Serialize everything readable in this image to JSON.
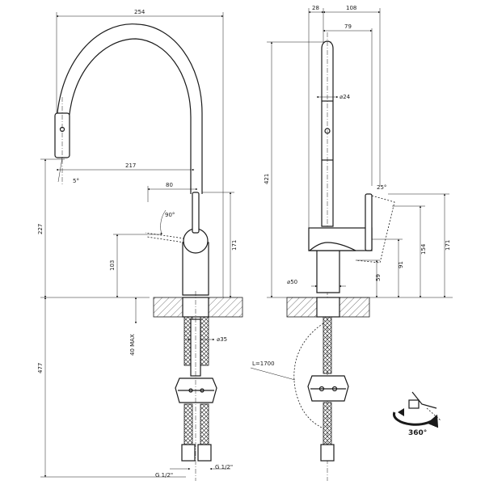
{
  "front_view": {
    "dim_total_width": "254",
    "dim_spout_reach": "217",
    "dim_handle_offset": "80",
    "dim_spout_height": "227",
    "dim_handle_height": "103",
    "dim_body_height": "171",
    "dim_below_deck": "477",
    "dim_deck_max": "40 MAX",
    "dim_hole": "⌀35",
    "dim_thread_left": "G 1/2\"",
    "dim_thread_right": "G 1/2\"",
    "angle_handle": "90°",
    "angle_spray": "5°"
  },
  "side_view": {
    "dim_top_28": "28",
    "dim_top_108": "108",
    "dim_79": "79",
    "dim_spout_dia": "⌀24",
    "dim_total_height": "421",
    "dim_handle_angle": "25°",
    "dim_154": "154",
    "dim_171": "171",
    "dim_91": "91",
    "dim_59": "59",
    "dim_base_dia": "⌀50",
    "dim_hose_length": "L=1700"
  },
  "rotation_label": "360°"
}
